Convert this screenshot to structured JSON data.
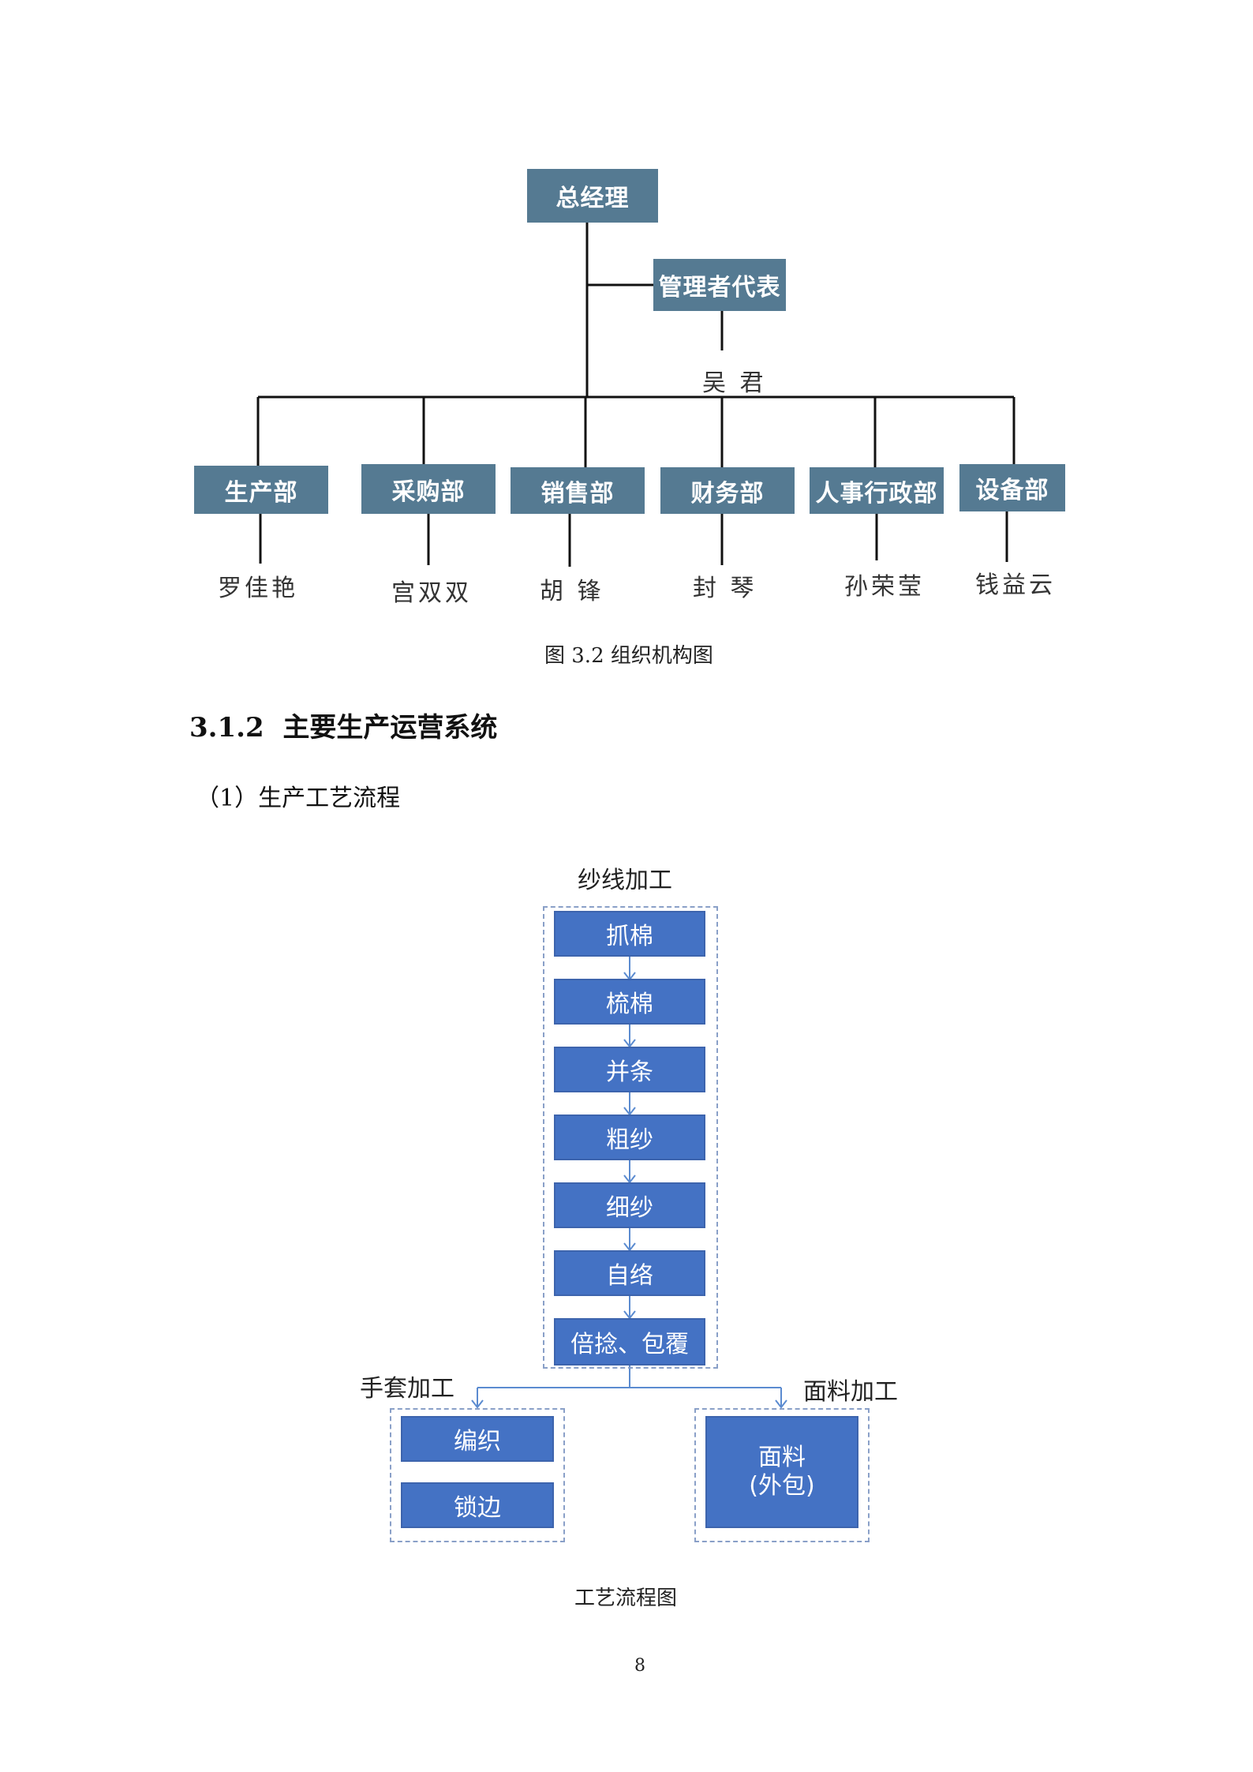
{
  "org_chart": {
    "top": "总经理",
    "rep": "管理者代表",
    "rep_person": "吴 君",
    "departments": [
      {
        "name": "生产部",
        "person": "罗佳艳"
      },
      {
        "name": "采购部",
        "person": "宫双双"
      },
      {
        "name": "销售部",
        "person": "胡 锋"
      },
      {
        "name": "财务部",
        "person": "封 琴"
      },
      {
        "name": "人事行政部",
        "person": "孙荣莹"
      },
      {
        "name": "设备部",
        "person": "钱益云"
      }
    ],
    "caption": "图 3.2 组织机构图"
  },
  "section": {
    "heading": "3.1.2  主要生产运营系统",
    "subheading": "（1）生产工艺流程"
  },
  "flow": {
    "yarn_title": "纱线加工",
    "yarn_steps": [
      "抓棉",
      "梳棉",
      "并条",
      "粗纱",
      "细纱",
      "自络",
      "倍捻、包覆"
    ],
    "glove_title": "手套加工",
    "glove_steps": [
      "编织",
      "锁边"
    ],
    "fabric_title": "面料加工",
    "fabric_line1": "面料",
    "fabric_line2": "(外包)",
    "caption": "工艺流程图",
    "colors": {
      "box": "#4472c4",
      "arrow": "#5b8bd0",
      "org_box": "#557a92"
    }
  },
  "page_number": "8"
}
